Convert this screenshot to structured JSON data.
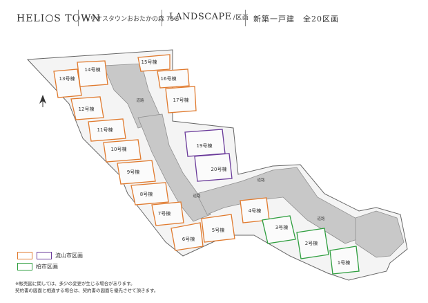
{
  "header": {
    "brand": "HELIOS TOWN",
    "brand_pre": "HELI",
    "brand_post": "S TOWN",
    "subtitle": "ヘリオスタウンおおたかの森 75G",
    "landscape": "LANDSCAPE",
    "landscape_sub": "/区画",
    "total": "新築一戸建　全20区画"
  },
  "colors": {
    "nagareyama": "#e07a2e",
    "kashiwa": "#2e9e3e",
    "purple": "#6a3a9a",
    "road": "#c9c9c9"
  },
  "legend": {
    "nagareyama_label": "流山市区画",
    "kashiwa_label": "柏市区画"
  },
  "notes": [
    "※販売図に関しては、多少の変更が生じる場合があります。",
    "契約書の図面と相違する場合は、契約書の図面を優先させて頂きます。"
  ],
  "lots": {
    "l1": "1号棟",
    "l2": "2号棟",
    "l3": "3号棟",
    "l4": "4号棟",
    "l5": "5号棟",
    "l6": "6号棟",
    "l7": "7号棟",
    "l8": "8号棟",
    "l9": "9号棟",
    "l10": "10号棟",
    "l11": "11号棟",
    "l12": "12号棟",
    "l13": "13号棟",
    "l14": "14号棟",
    "l15": "15号棟",
    "l16": "16号棟",
    "l17": "17号棟",
    "l19": "19号棟",
    "l20": "20号棟"
  },
  "road_labels": {
    "r1": "道路",
    "r2": "道路",
    "r3": "道路",
    "r4": "道路"
  },
  "compass": "north-arrow-icon"
}
